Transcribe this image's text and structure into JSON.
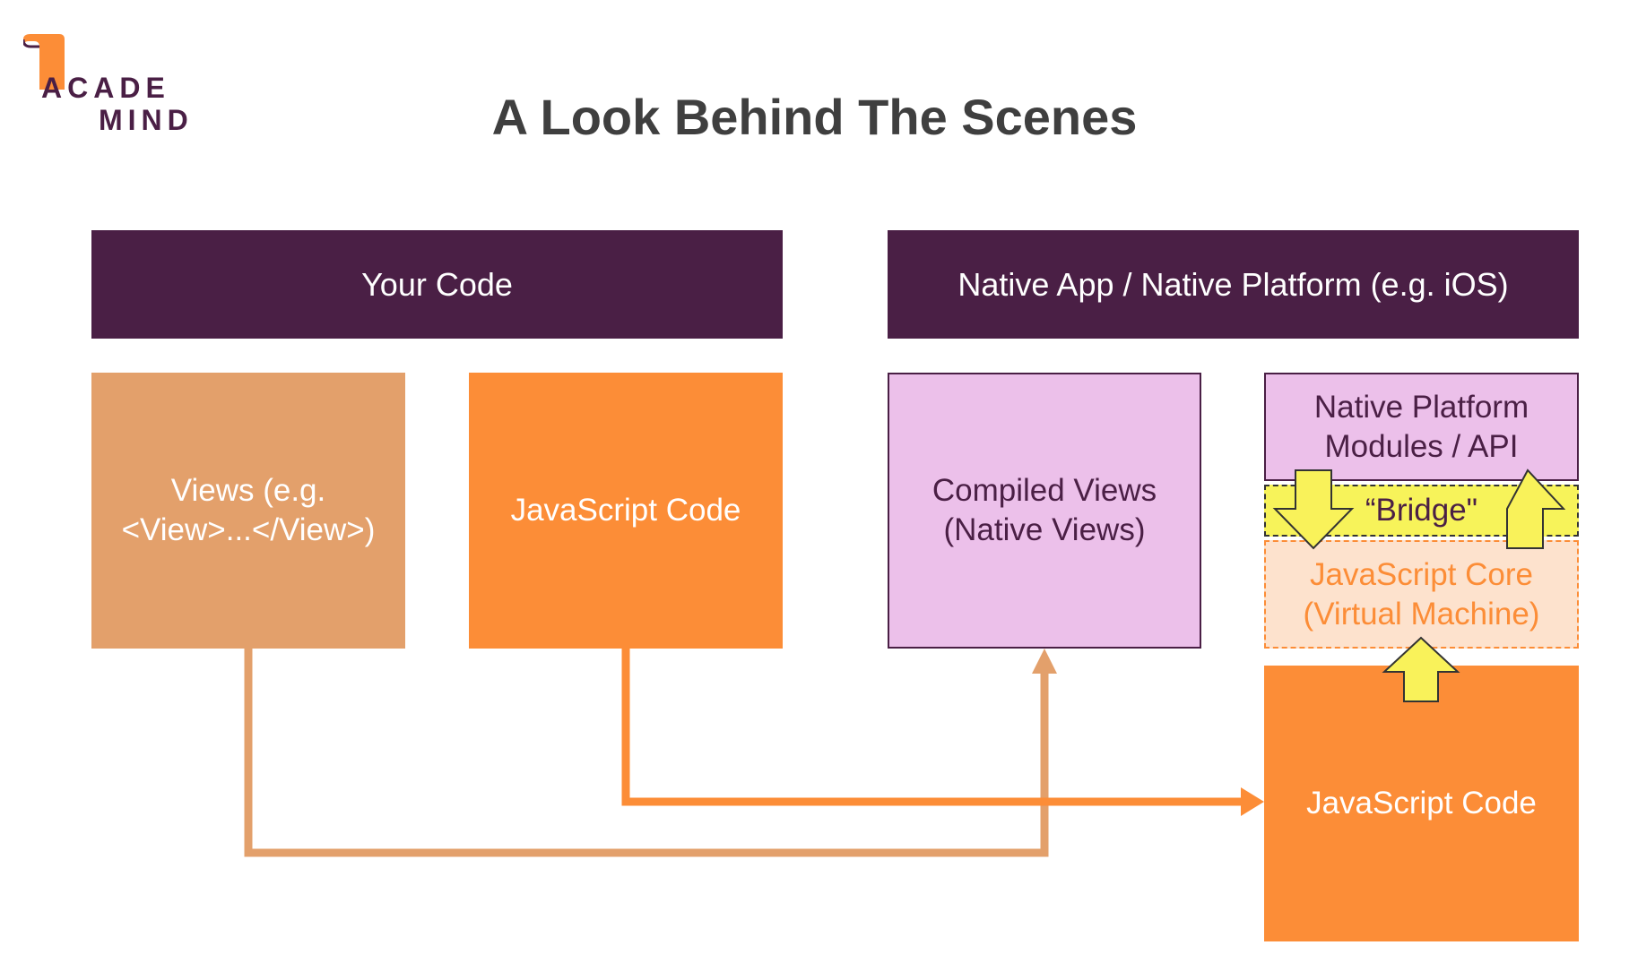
{
  "logo": {
    "line1": "ACADE",
    "line2": "MIND"
  },
  "title": "A Look Behind The Scenes",
  "headers": {
    "your_code": "Your Code",
    "native_platform": "Native App / Native Platform (e.g. iOS)"
  },
  "boxes": {
    "views": "Views (e.g. <View>...</View>)",
    "javascript_code": "JavaScript Code",
    "compiled_views": "Compiled Views (Native Views)",
    "native_modules": "Native Platform Modules / API",
    "bridge": "“Bridge\"",
    "javascript_core": "JavaScript Core (Virtual Machine)",
    "native_javascript_code": "JavaScript Code"
  },
  "colors": {
    "header": "#4a1f45",
    "views": "#e3a06b",
    "javascript": "#fc8d37",
    "native_views": "#ecc0ea",
    "bridge": "#f7f35a",
    "javascript_core": "#fde2cd",
    "arrow_yellow": "#f9f25a",
    "logo_ribbon": "#fc8d37"
  }
}
